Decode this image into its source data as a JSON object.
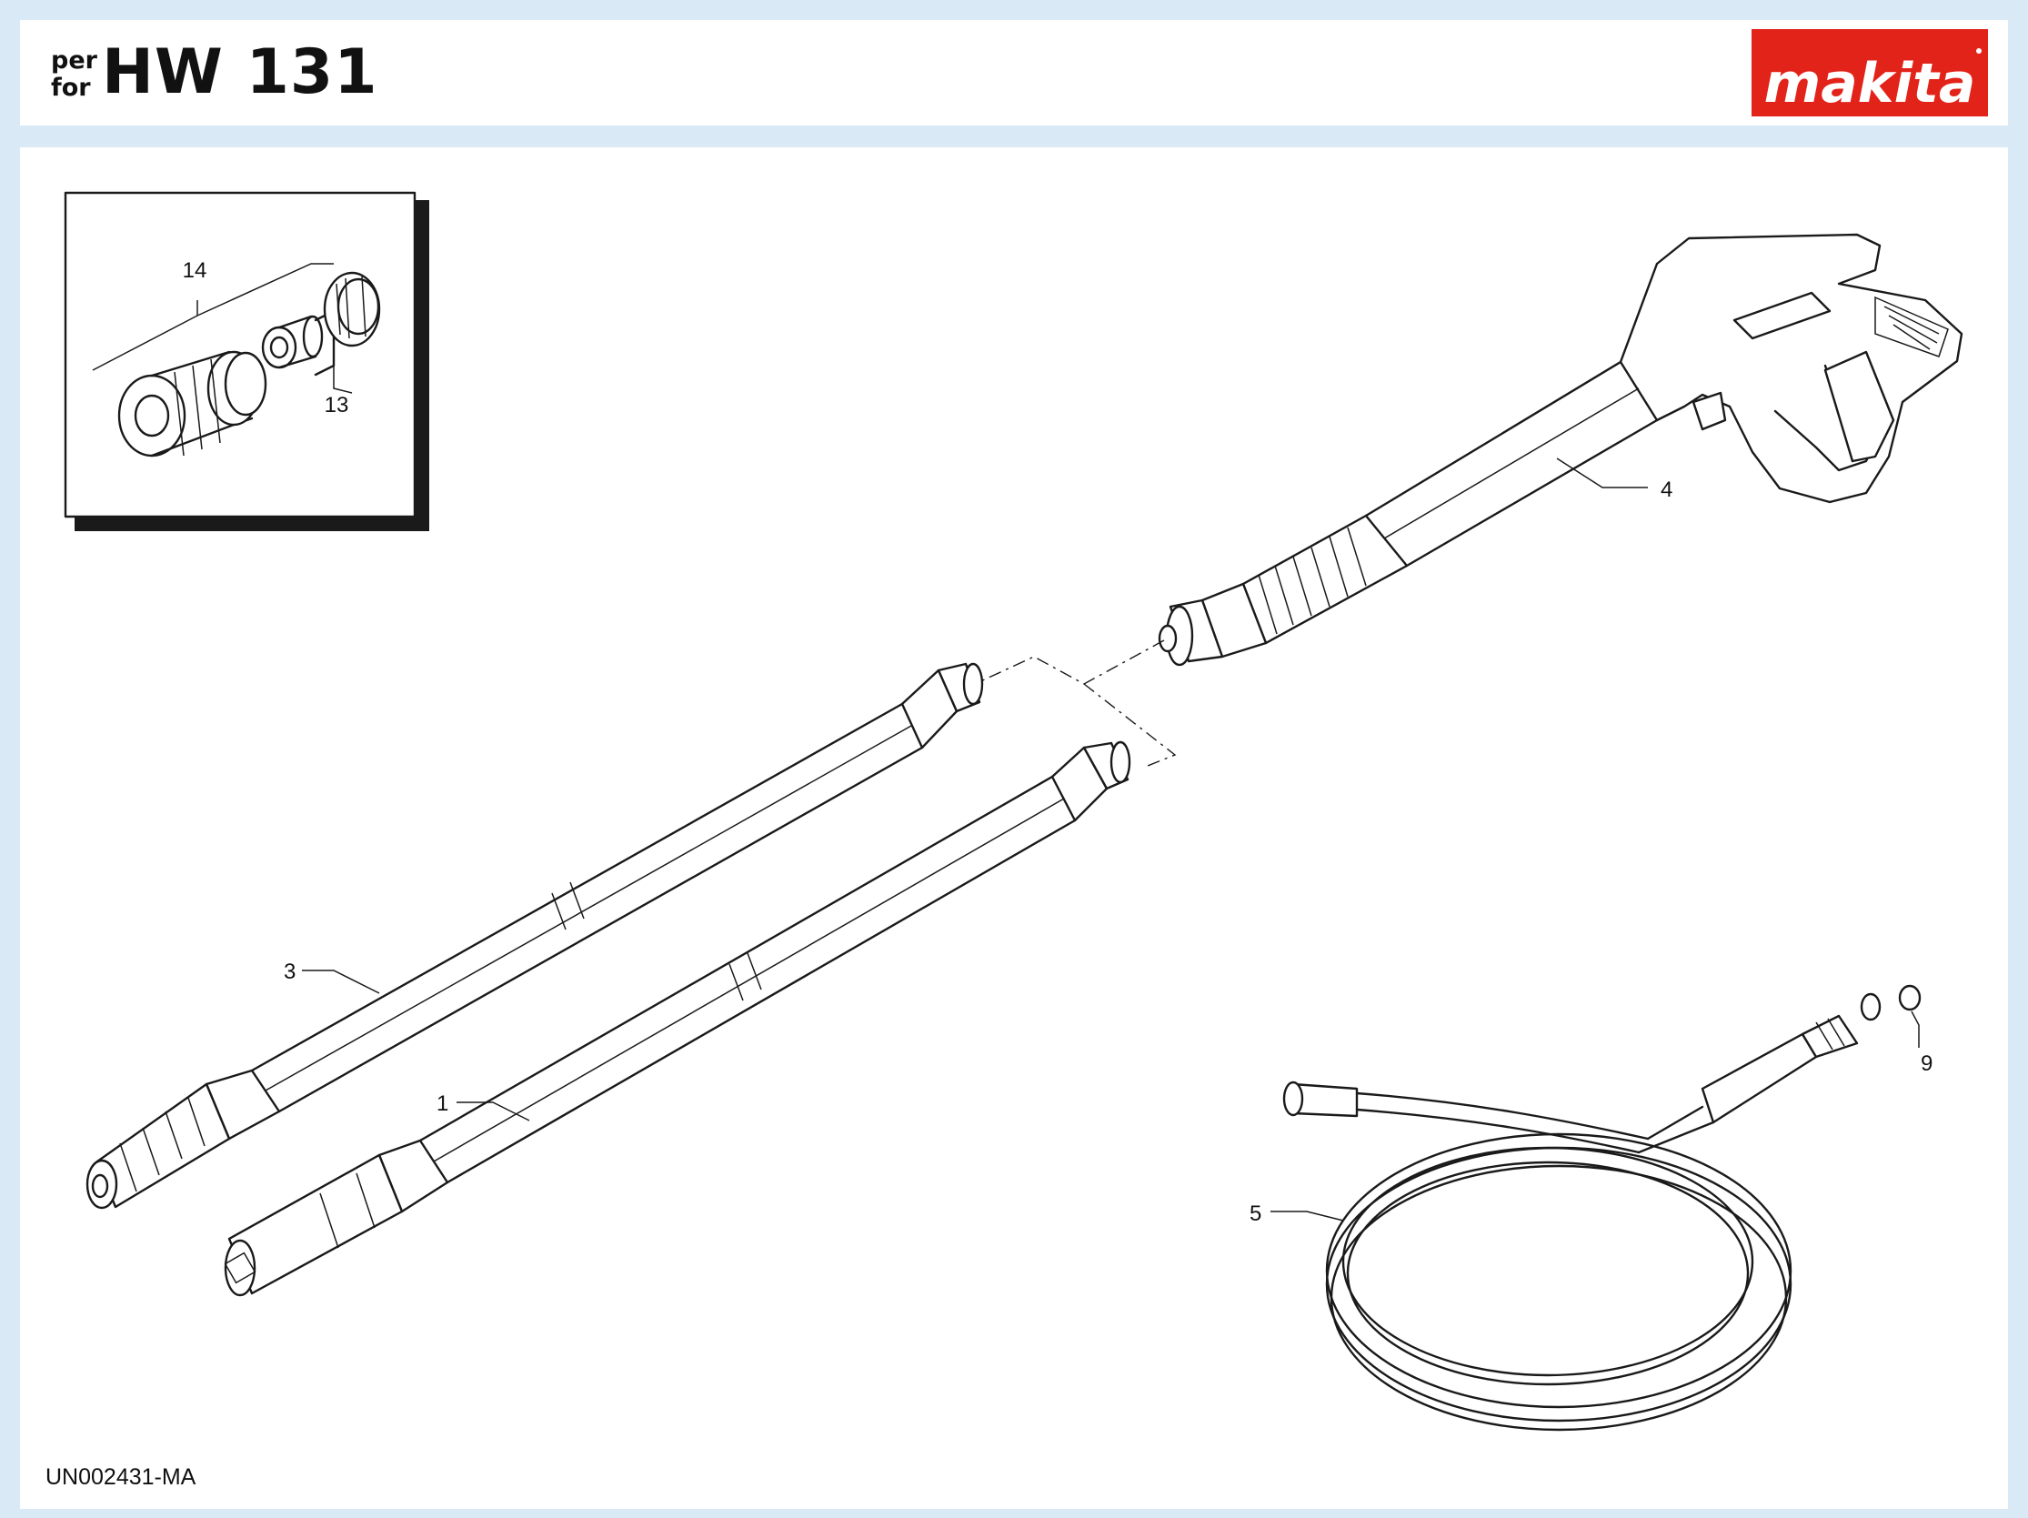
{
  "header": {
    "per_for_line1": "per",
    "per_for_line2": "for",
    "model": "HW 131",
    "brand": "makita",
    "colors": {
      "brand_red": "#e2231a",
      "frame_blue": "#d9eaf6"
    }
  },
  "diagram": {
    "part_labels": {
      "p1": "1",
      "p3": "3",
      "p4": "4",
      "p5": "5",
      "p9": "9",
      "p13": "13",
      "p14": "14"
    }
  },
  "footer": {
    "doc_code": "UN002431-MA"
  }
}
